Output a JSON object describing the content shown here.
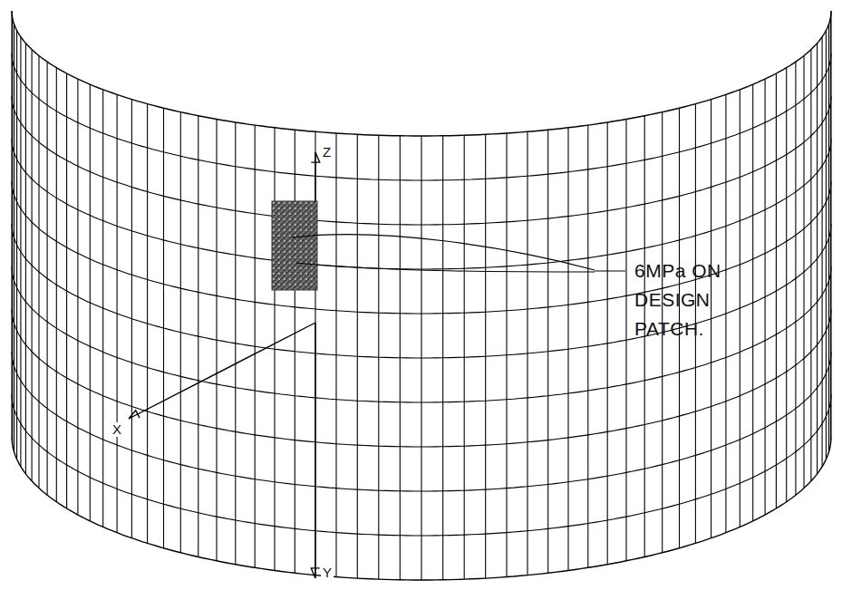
{
  "diagram": {
    "labels": [
      "Z",
      "X",
      "Y",
      "6MPa ON DESIGN PATCH."
    ]
  }
}
